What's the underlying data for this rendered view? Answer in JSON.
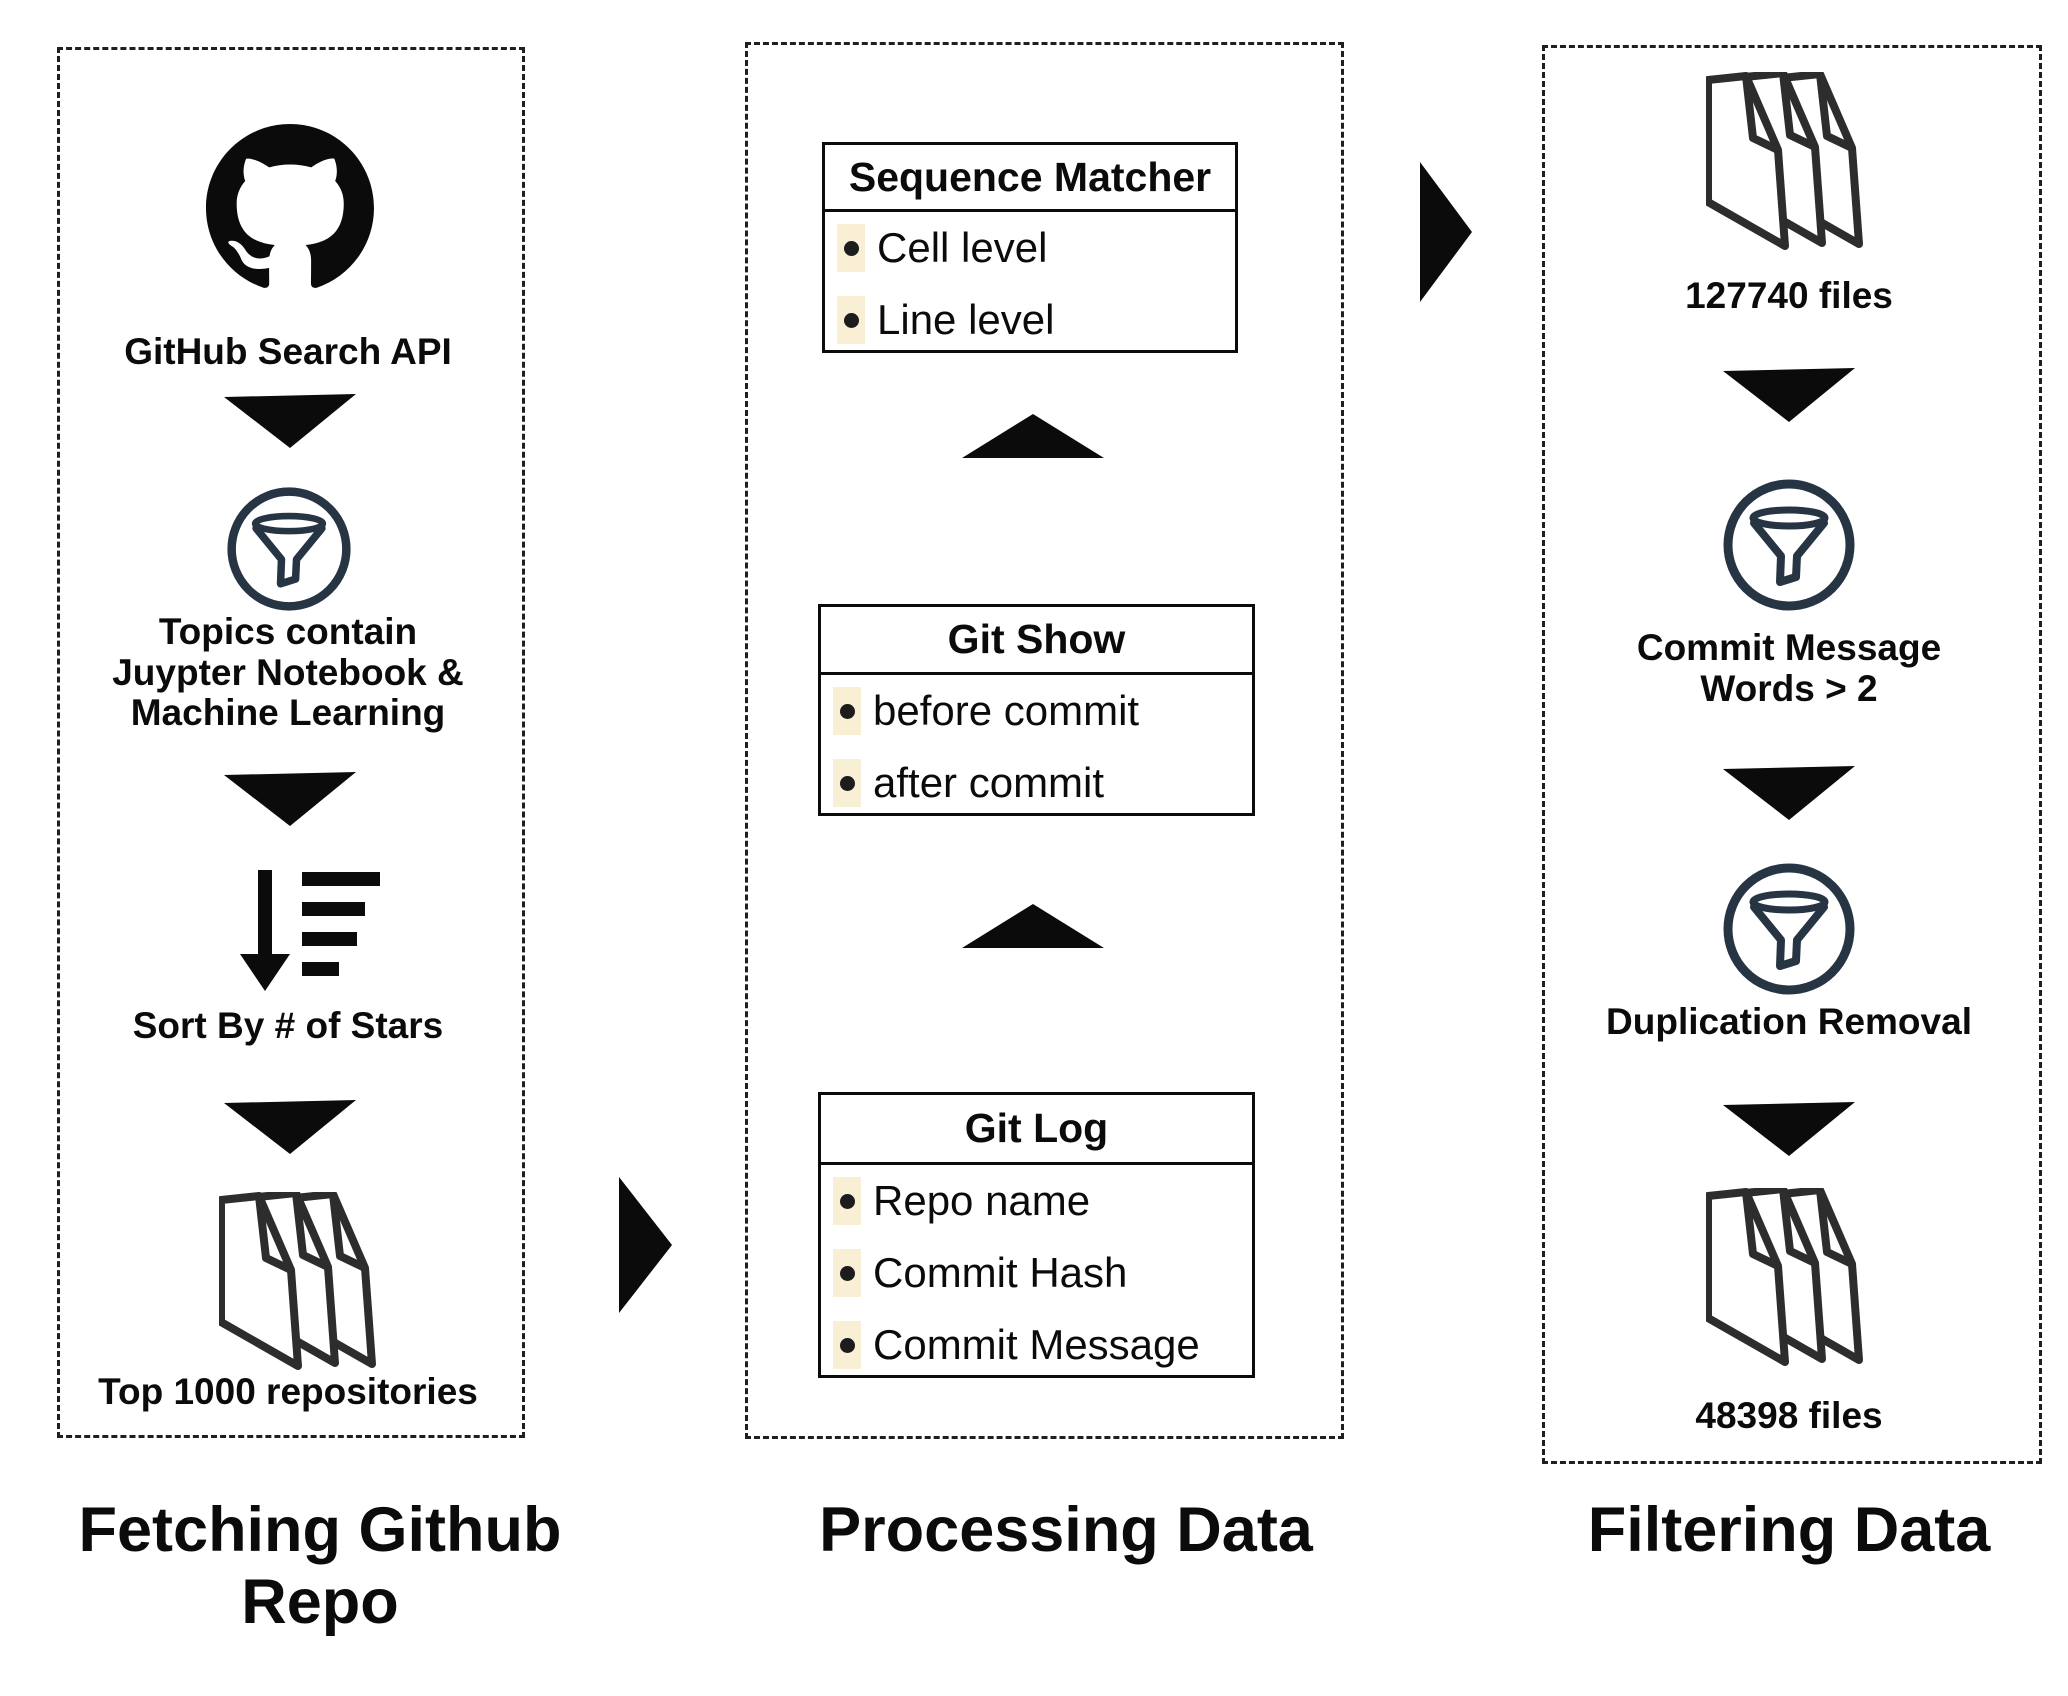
{
  "diagram": {
    "columns": [
      {
        "title": "Fetching Github Repo",
        "steps": [
          {
            "icon": "github",
            "label": "GitHub Search API"
          },
          {
            "icon": "funnel",
            "label": "Topics contain\nJuypter Notebook &\nMachine Learning"
          },
          {
            "icon": "sort-descending",
            "label": "Sort By # of Stars"
          },
          {
            "icon": "files",
            "label": "Top 1000 repositories"
          }
        ]
      },
      {
        "title": "Processing Data",
        "boxes": [
          {
            "title": "Sequence Matcher",
            "items": [
              "Cell level",
              "Line level"
            ]
          },
          {
            "title": "Git Show",
            "items": [
              "before commit",
              "after commit"
            ]
          },
          {
            "title": "Git Log",
            "items": [
              "Repo name",
              "Commit Hash",
              "Commit Message"
            ]
          }
        ]
      },
      {
        "title": "Filtering Data",
        "steps": [
          {
            "icon": "files",
            "label": "127740 files"
          },
          {
            "icon": "funnel",
            "label": "Commit Message\nWords > 2"
          },
          {
            "icon": "funnel",
            "label": "Duplication Removal"
          },
          {
            "icon": "files",
            "label": "48398 files"
          }
        ]
      }
    ],
    "colors": {
      "text": "#0b0b0b",
      "icon_navy": "#263443",
      "files_stroke": "#2d2d2d",
      "bullet_highlight": "#f8efd5"
    }
  }
}
